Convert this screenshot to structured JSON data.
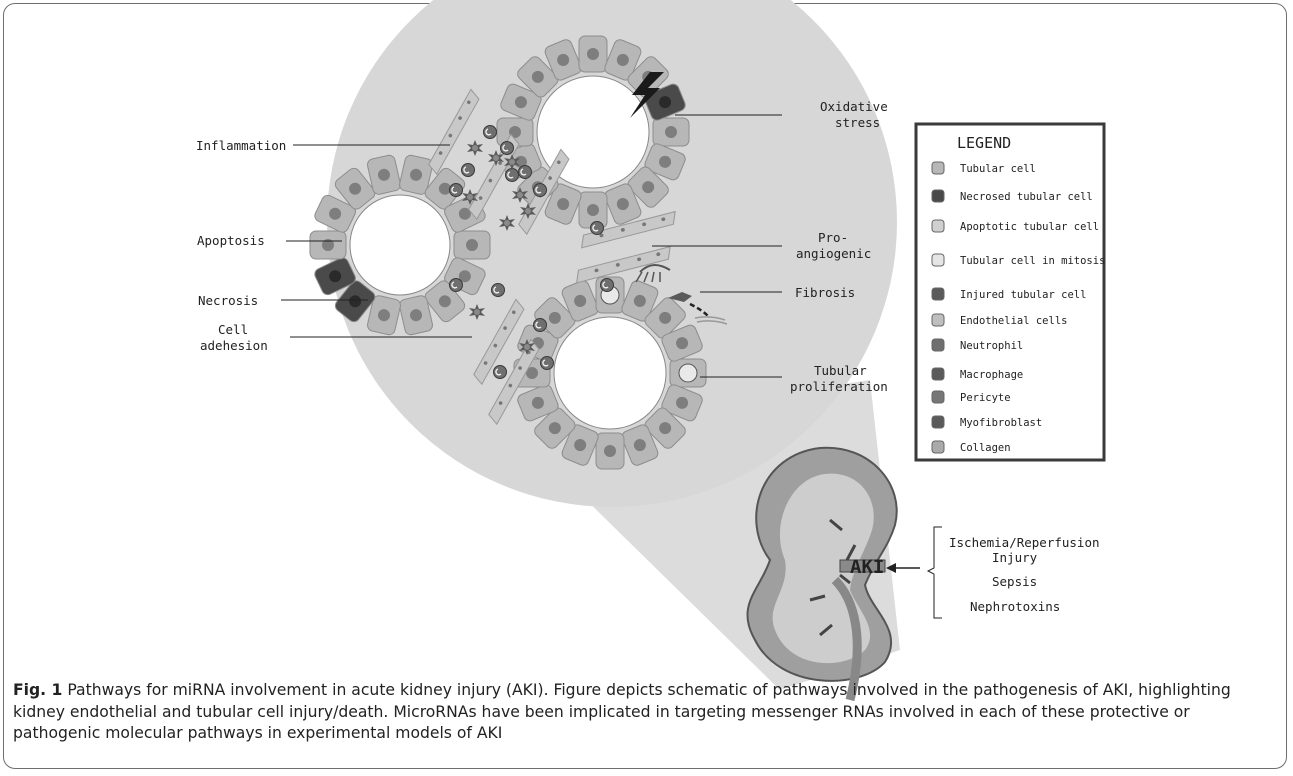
{
  "labels": {
    "inflammation": "Inflammation",
    "oxidative_1": "Oxidative",
    "oxidative_2": "stress",
    "apoptosis": "Apoptosis",
    "proangio_1": "Pro-",
    "proangio_2": "angiogenic",
    "necrosis": "Necrosis",
    "fibrosis": "Fibrosis",
    "adhesion_1": "Cell",
    "adhesion_2": "adehesion",
    "tubular_1": "Tubular",
    "tubular_2": "proliferation"
  },
  "legend": {
    "title": "LEGEND",
    "items": [
      {
        "icon": "tubular-cell-icon",
        "label": "Tubular cell"
      },
      {
        "icon": "necrosed-cell-icon",
        "label": "Necrosed  tubular cell"
      },
      {
        "icon": "apoptotic-cell-icon",
        "label": "Apoptotic tubular cell"
      },
      {
        "icon": "mitosis-cell-icon",
        "label": "Tubular cell in mitosis"
      },
      {
        "icon": "injured-cell-icon",
        "label": "Injured tubular cell"
      },
      {
        "icon": "endothelial-cells-icon",
        "label": "Endothelial cells"
      },
      {
        "icon": "neutrophil-icon",
        "label": "Neutrophil"
      },
      {
        "icon": "macrophage-icon",
        "label": "Macrophage"
      },
      {
        "icon": "pericyte-icon",
        "label": "Pericyte"
      },
      {
        "icon": "myofibroblast-icon",
        "label": "Myofibroblast"
      },
      {
        "icon": "collagen-icon",
        "label": "Collagen"
      }
    ]
  },
  "aki": {
    "label": "AKI",
    "causes_1": "Ischemia/Reperfusion",
    "causes_2": "Injury",
    "causes_3": "Sepsis",
    "causes_4": "Nephrotoxins"
  },
  "caption": {
    "prefix": "Fig. 1",
    "text": " Pathways for miRNA involvement in acute kidney injury (AKI). Figure depicts schematic of pathways involved in the pathogenesis of AKI, highlighting kidney endothelial and tubular cell injury/death. MicroRNAs have been implicated in targeting messenger RNAs involved in each of these protective or pathogenic molecular pathways in experimental models of AKI"
  },
  "colors": {
    "circle": "#d7d7d7",
    "cell": "#b7b7b7",
    "nucleus": "#7e7e7e",
    "dark_cell": "#4a4a4a",
    "endo": "#c3c3c3"
  }
}
